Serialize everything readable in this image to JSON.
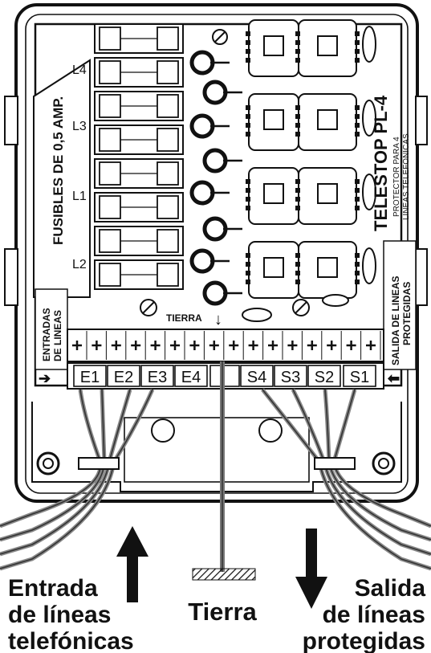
{
  "fuse_title": "FUSIBLES DE 0,5 AMP.",
  "fuse_labels": [
    "L4",
    "L3",
    "L1",
    "L2"
  ],
  "product": {
    "name": "TELESTOP PL-4",
    "subtitle_1": "PROTECTOR PARA 4",
    "subtitle_2": "LINEAS TELEFÓNICAS"
  },
  "side_left": {
    "line1": "ENTRADAS",
    "line2": "DE LINEAS"
  },
  "side_right": {
    "line1": "SALIDA DE LINEAS",
    "line2": "PROTEGIDAS"
  },
  "tierra_small": "TIERRA",
  "inputs": [
    "E1",
    "E2",
    "E3",
    "E4"
  ],
  "outputs": [
    "S4",
    "S3",
    "S2",
    "S1"
  ],
  "caption_left": [
    "Entrada",
    "de líneas",
    "telefónicas"
  ],
  "caption_center": "Tierra",
  "caption_right": [
    "Salida",
    "de líneas",
    "protegidas"
  ]
}
